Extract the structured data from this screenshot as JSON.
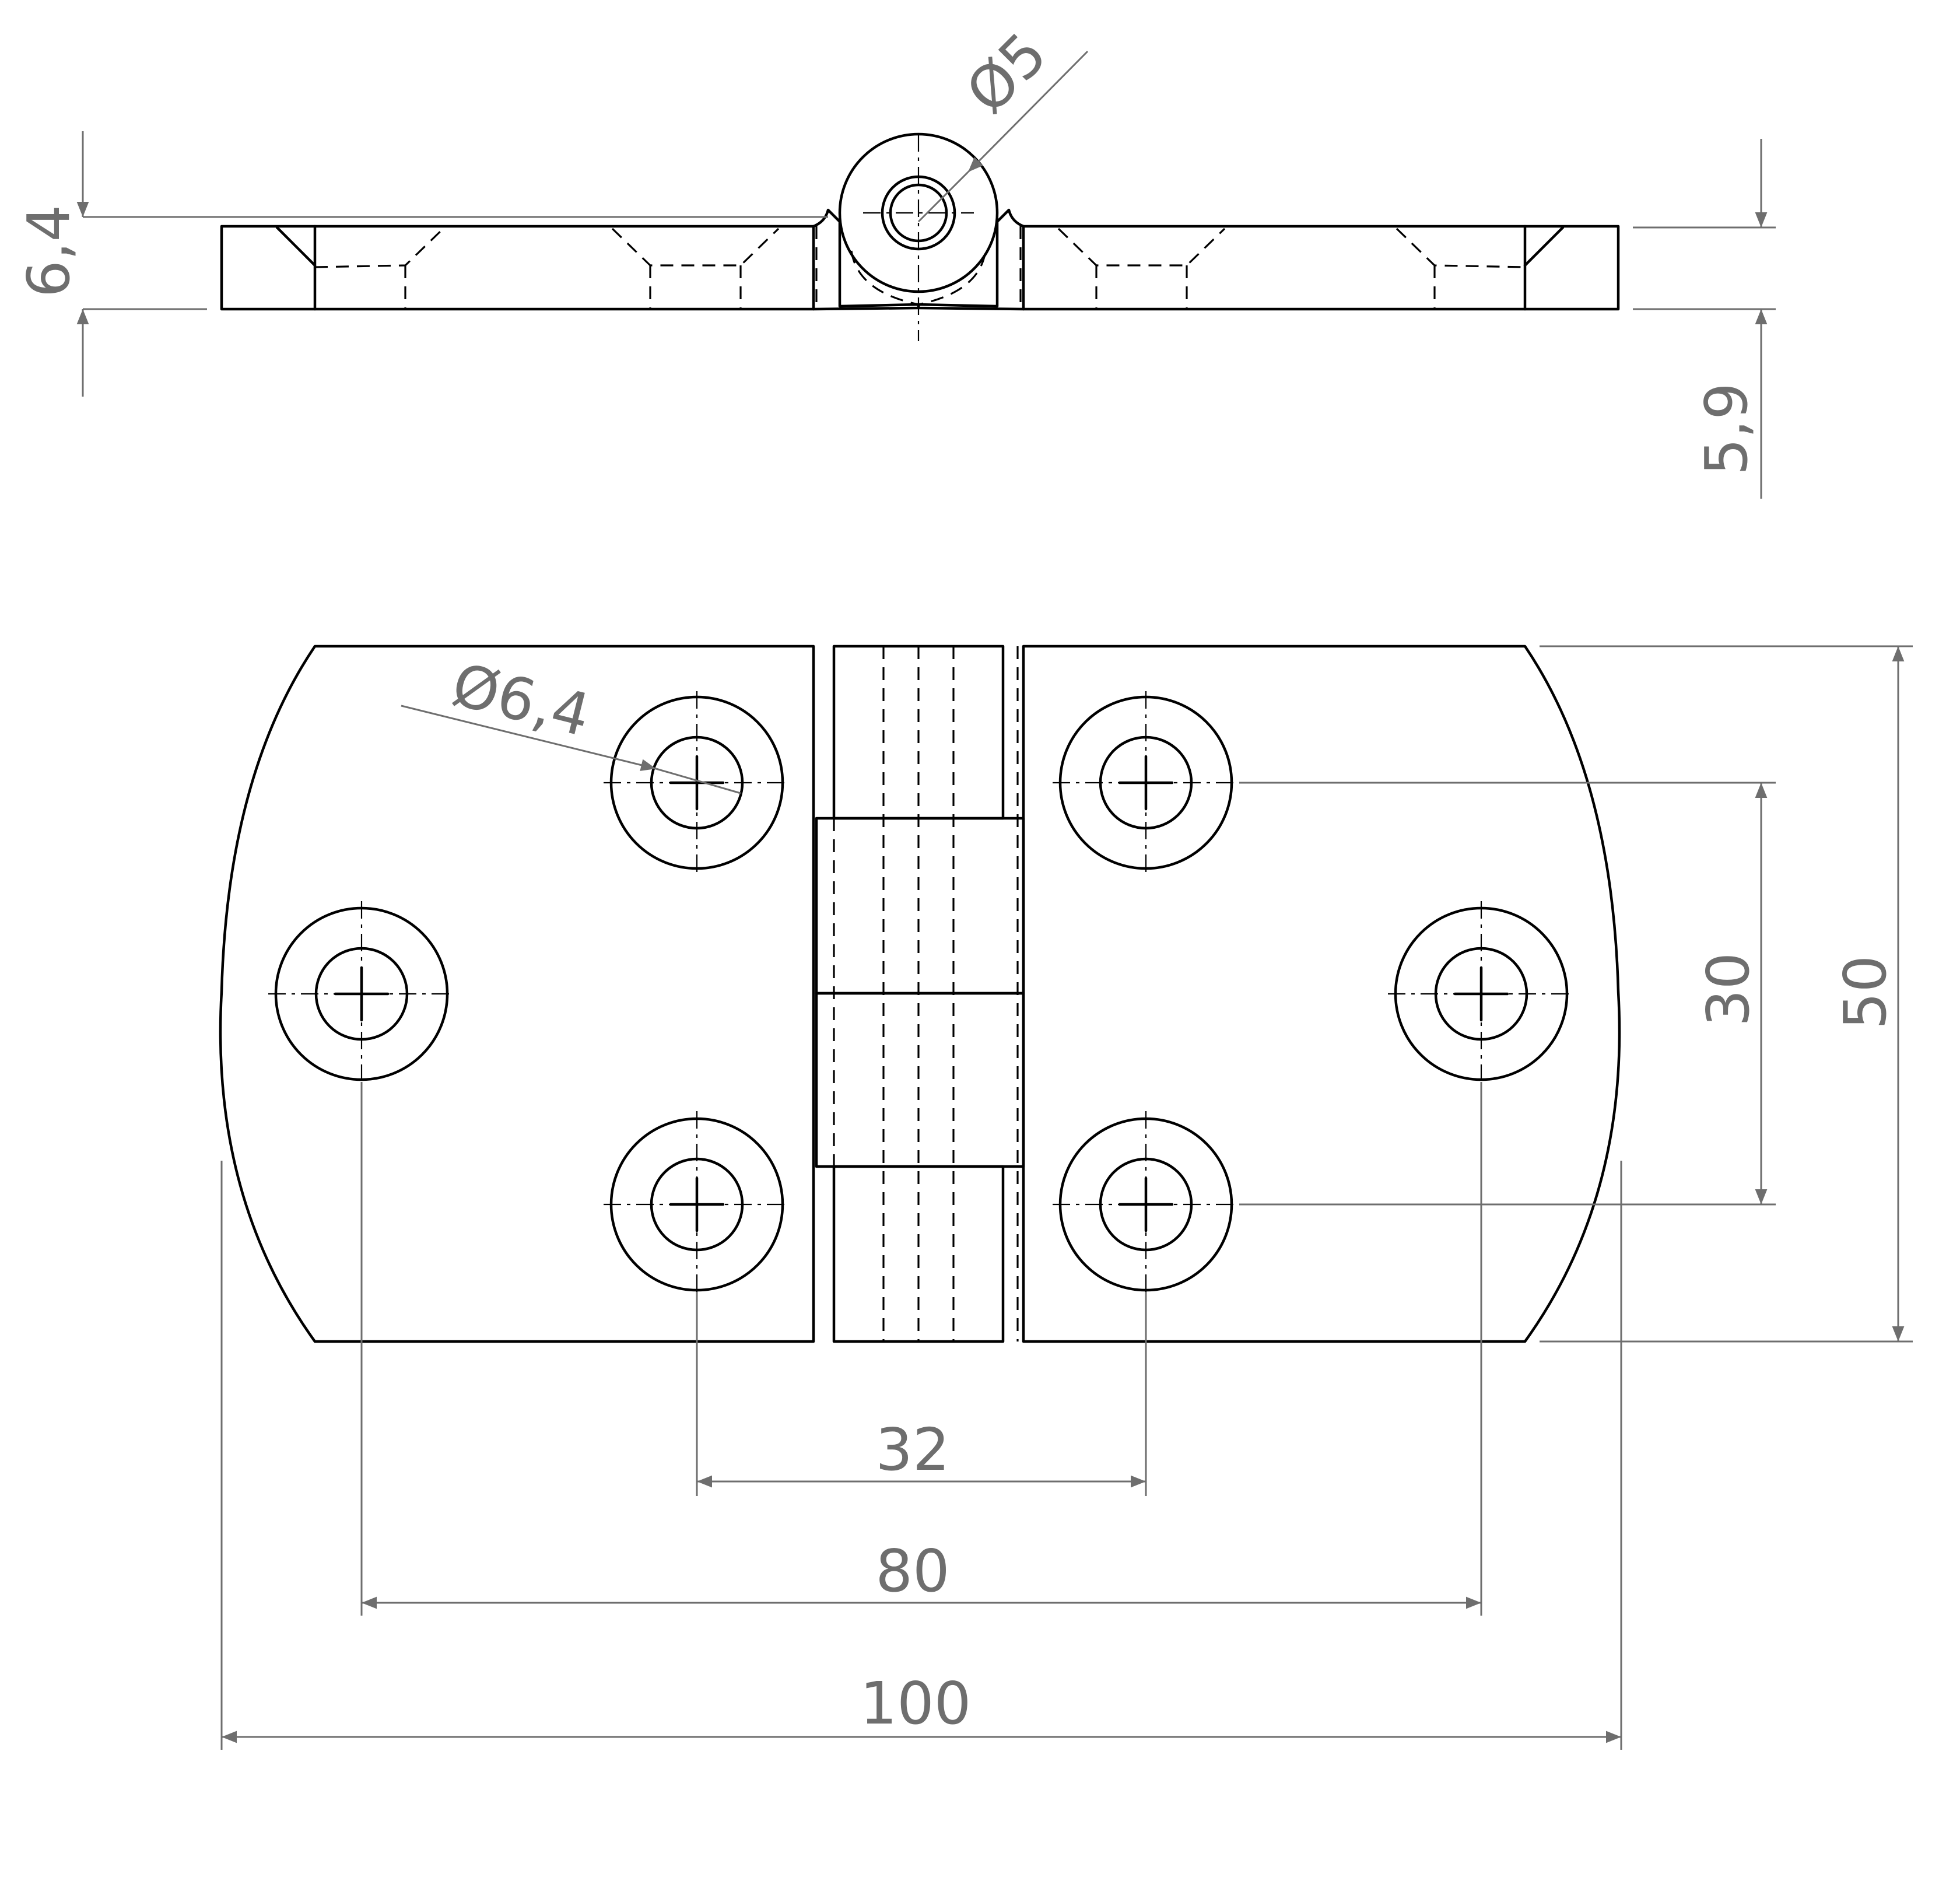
{
  "dimensions": {
    "side_view": {
      "pin_diameter": "Ø5",
      "knuckle_height": "6,4",
      "leaf_thickness": "5,9"
    },
    "plan_view": {
      "hole_diameter": "Ø6,4",
      "inner_hole_spacing": "32",
      "outer_hole_spacing": "80",
      "overall_length": "100",
      "hole_vertical_spacing": "30",
      "overall_width": "50"
    }
  },
  "colors": {
    "outline": "#000000",
    "dimension": "#6e6e6e"
  }
}
